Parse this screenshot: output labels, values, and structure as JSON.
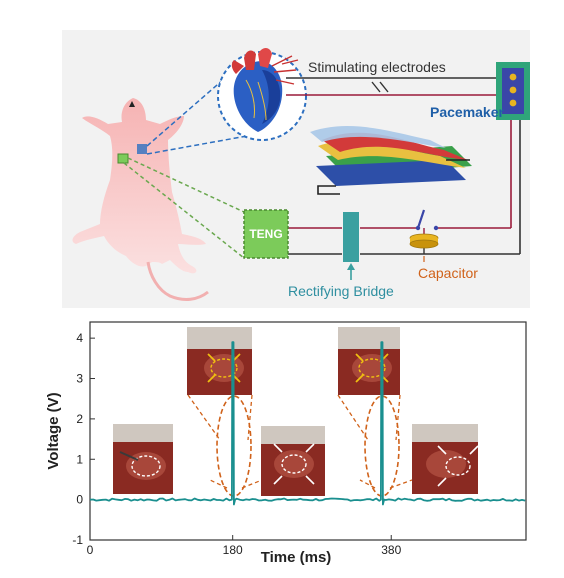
{
  "diagram": {
    "labels": {
      "stimulating_electrodes": "Stimulating electrodes",
      "pacemaker": "Pacemaker",
      "teng": "TENG",
      "rectifying_bridge": "Rectifying Bridge",
      "capacitor": "Capacitor"
    },
    "colors": {
      "panel_bg": "#f2f2f2",
      "pacemaker_box": "#2fa57a",
      "pacemaker_label": "#1f5fa8",
      "teng_box": "#7ccb5a",
      "bridge": "#3aa0a0",
      "bridge_label": "#2f8fa0",
      "capacitor_label": "#d0621a",
      "wire_red": "#9a1a3a",
      "wire_dark": "#333333",
      "leader_blue": "#2d6fc0",
      "leader_green": "#6aa84f"
    },
    "icons": [
      "mouse-silhouette",
      "heart-illustration",
      "teng-device-layers",
      "switch-icon",
      "capacitor-icon"
    ]
  },
  "chart_data": {
    "type": "line",
    "xlabel": "Time (ms)",
    "ylabel": "Voltage (V)",
    "x_ticks": [
      0,
      180,
      380
    ],
    "y_ticks": [
      -1,
      0,
      1,
      2,
      3,
      4
    ],
    "xlim": [
      0,
      550
    ],
    "ylim": [
      -1,
      4.4
    ],
    "baseline": 0,
    "peaks": [
      {
        "x": 181,
        "y": 3.9
      },
      {
        "x": 369,
        "y": 3.9
      }
    ],
    "series_color": "#1a8f8f",
    "highlight_color": "#d0621a"
  }
}
